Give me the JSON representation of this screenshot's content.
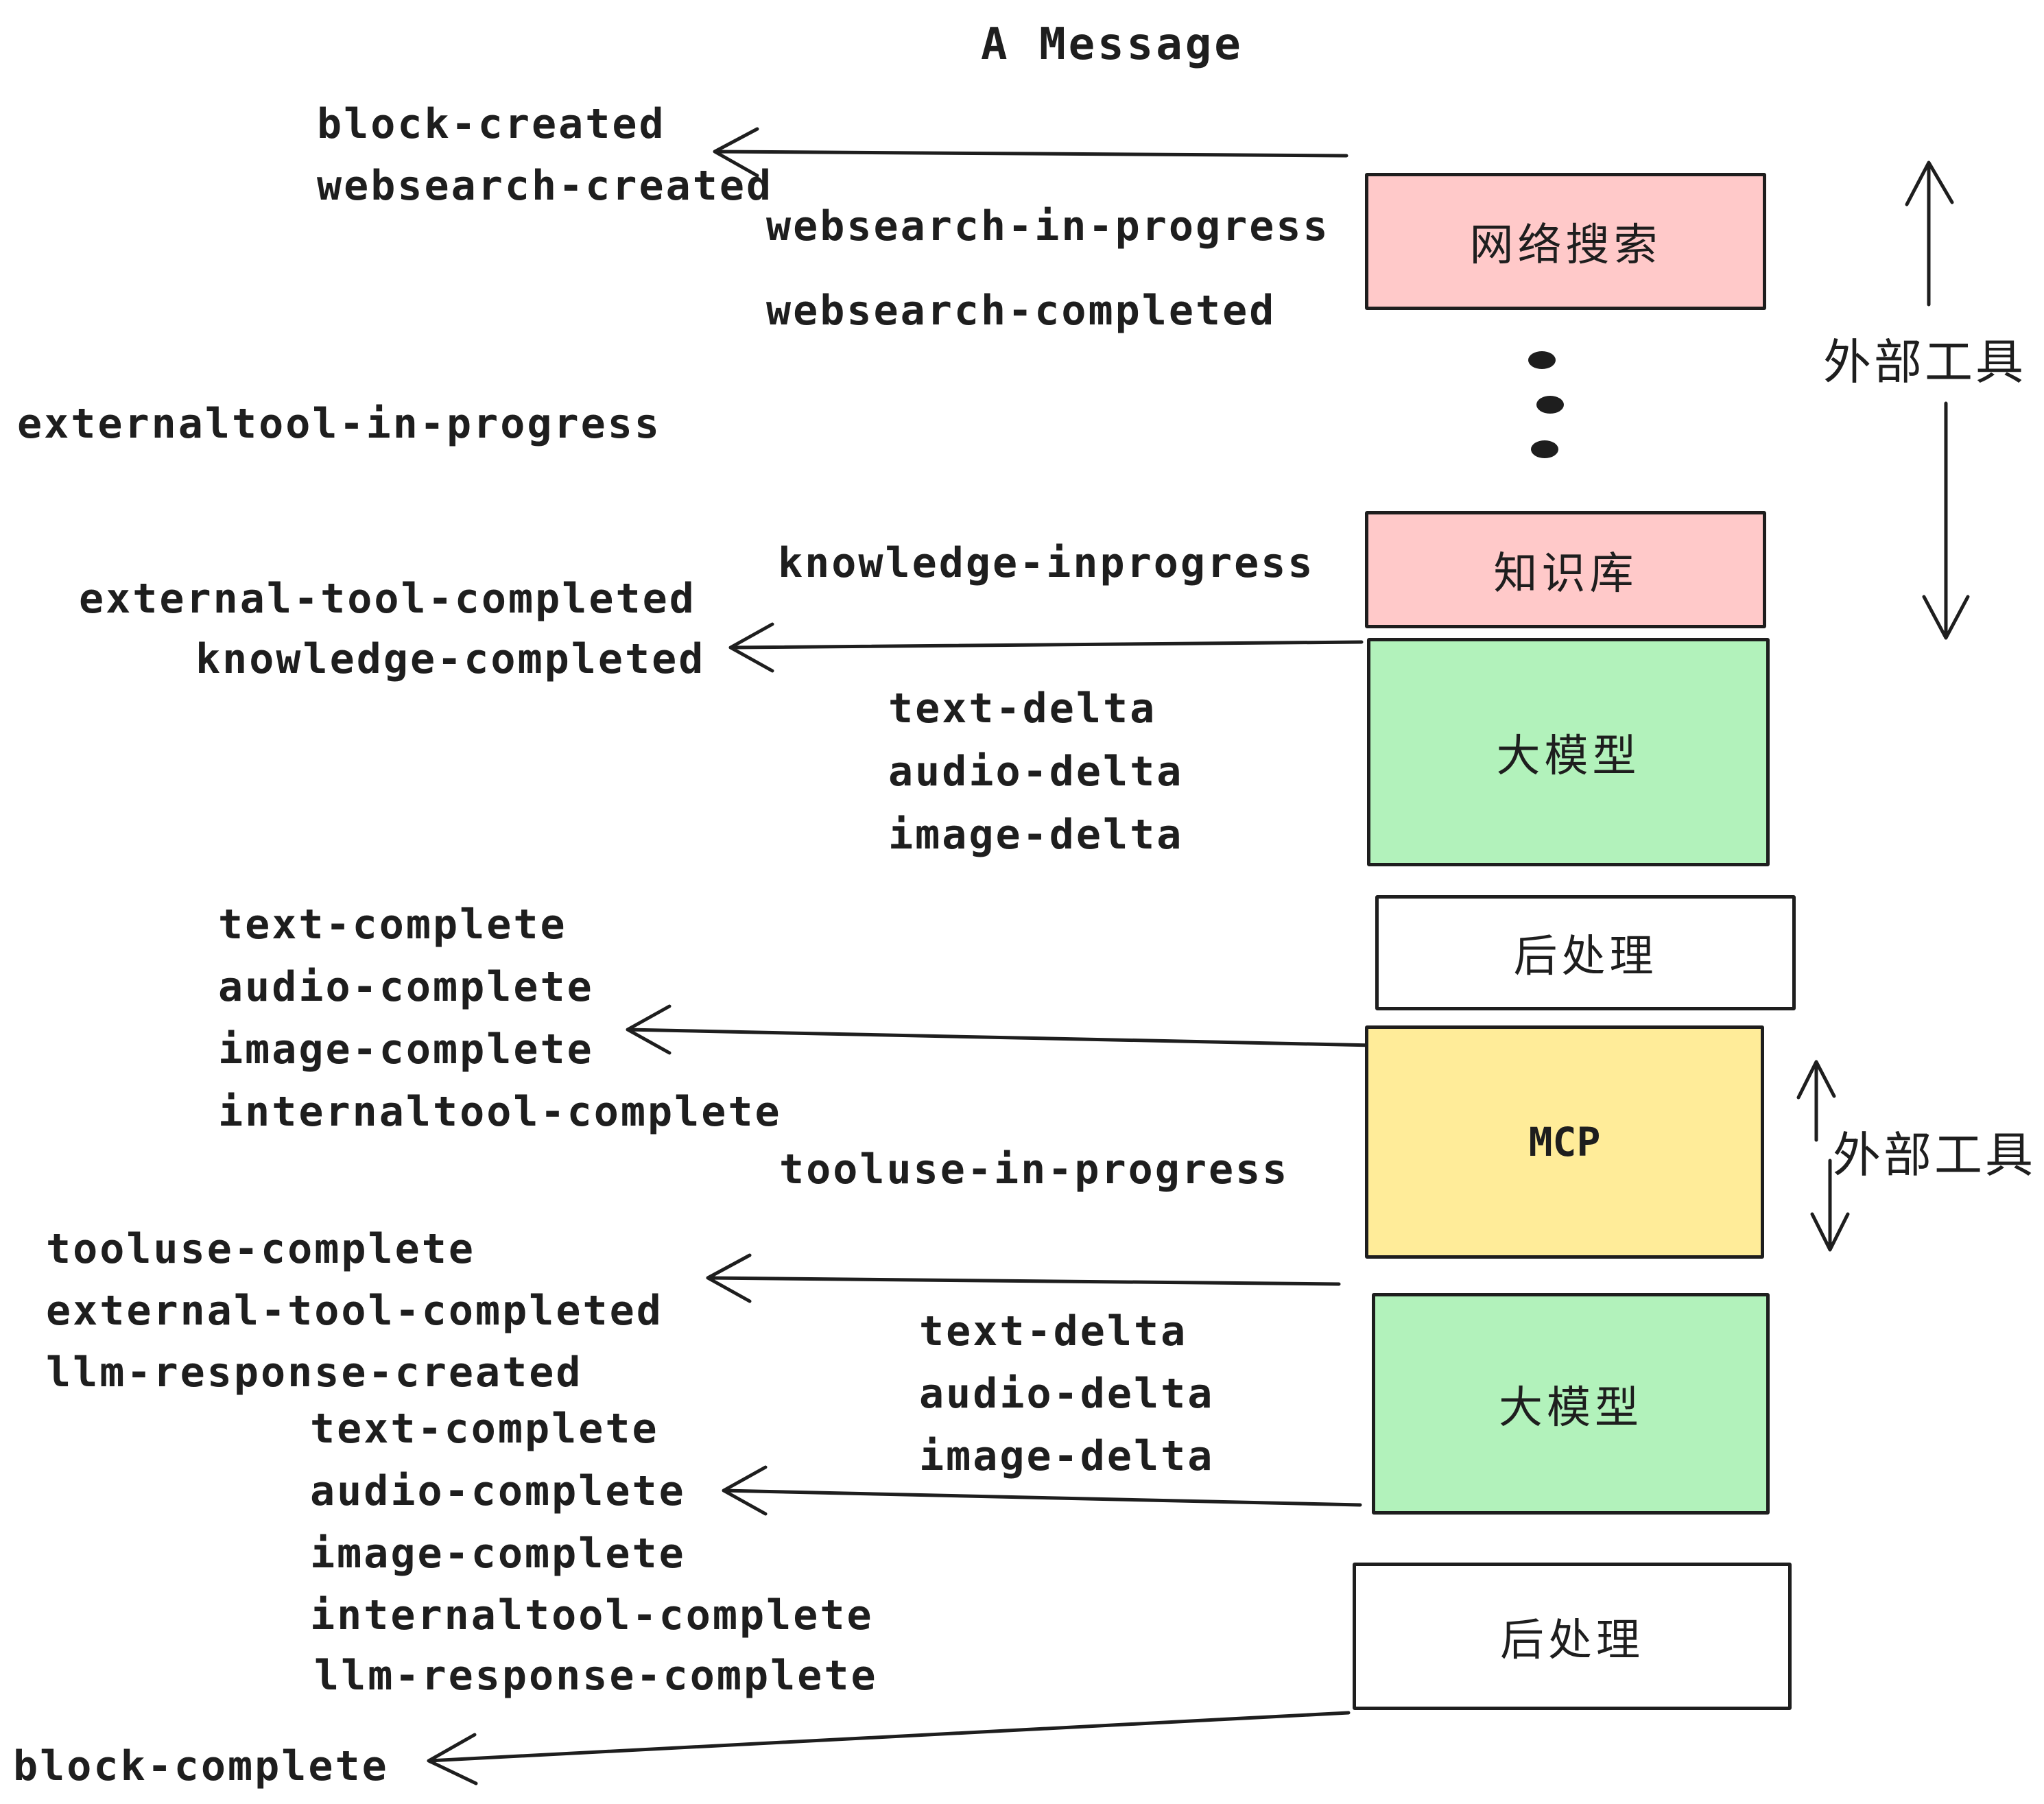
{
  "title": "A Message",
  "palette": {
    "box_pink": "#ffc9c9",
    "box_green": "#b2f2bb",
    "box_yellow": "#ffec99",
    "box_white": "#ffffff",
    "ink": "#1e1e1e",
    "background": "#ffffff"
  },
  "events": [
    {
      "text": "block-created"
    },
    {
      "text": "websearch-created"
    },
    {
      "text": "websearch-in-progress"
    },
    {
      "text": "websearch-completed"
    },
    {
      "text": "externaltool-in-progress"
    },
    {
      "text": "knowledge-inprogress"
    },
    {
      "text": "external-tool-completed"
    },
    {
      "text": "knowledge-completed"
    },
    {
      "text": "text-delta"
    },
    {
      "text": "audio-delta"
    },
    {
      "text": "image-delta"
    },
    {
      "text": "text-complete"
    },
    {
      "text": "audio-complete"
    },
    {
      "text": "image-complete"
    },
    {
      "text": "internaltool-complete"
    },
    {
      "text": "tooluse-in-progress"
    },
    {
      "text": "tooluse-complete"
    },
    {
      "text": "external-tool-completed"
    },
    {
      "text": "llm-response-created"
    },
    {
      "text": "text-delta"
    },
    {
      "text": "audio-delta"
    },
    {
      "text": "image-delta"
    },
    {
      "text": "text-complete"
    },
    {
      "text": "audio-complete"
    },
    {
      "text": "image-complete"
    },
    {
      "text": "internaltool-complete"
    },
    {
      "text": "llm-response-complete"
    },
    {
      "text": "block-complete"
    }
  ],
  "boxes": [
    {
      "label": "网络搜索"
    },
    {
      "label": "知识库"
    },
    {
      "label": "大模型"
    },
    {
      "label": "后处理"
    },
    {
      "label": "MCP"
    },
    {
      "label": "大模型"
    },
    {
      "label": "后处理"
    }
  ],
  "side_labels": [
    {
      "text": "外部工具"
    },
    {
      "text": "外部工具"
    }
  ]
}
